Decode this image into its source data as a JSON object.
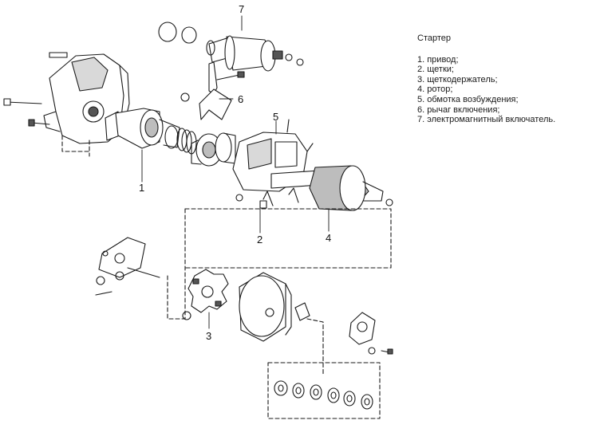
{
  "legend": {
    "title": "Стартер",
    "items": [
      "1. привод;",
      "2. щетки;",
      "3. щеткодержатель;",
      "4. ротор;",
      "5. обмотка возбуждения;",
      "6. рычаг включения;",
      "7. электромагнитный включатель."
    ]
  },
  "callouts": {
    "c1": "1",
    "c2": "2",
    "c3": "3",
    "c4": "4",
    "c5": "5",
    "c6": "6",
    "c7": "7"
  },
  "colors": {
    "line": "#1a1a1a",
    "fill": "#ffffff",
    "shade": "#bdbdbd"
  }
}
